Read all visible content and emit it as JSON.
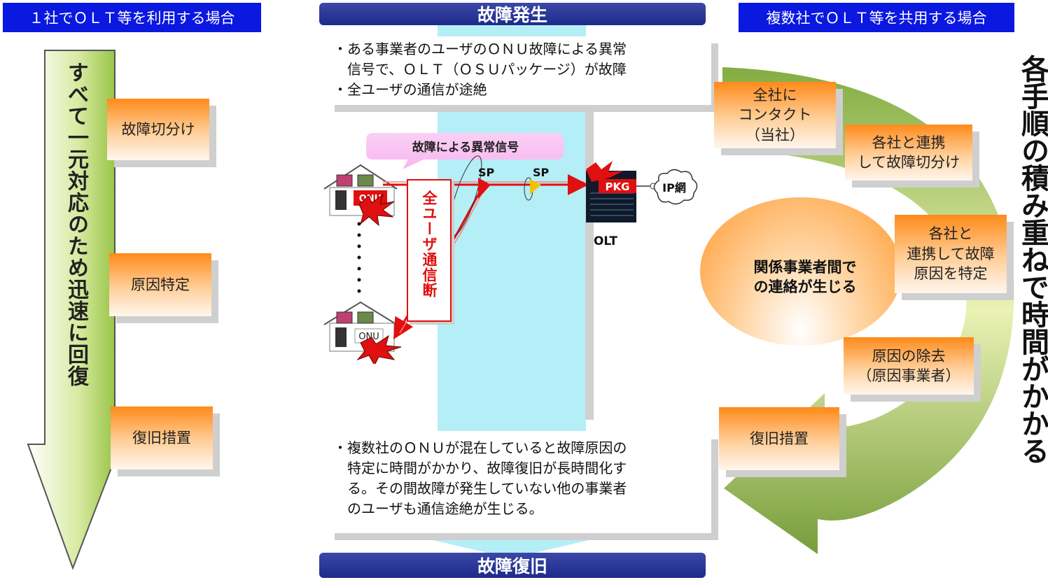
{
  "left": {
    "header": "１社でＯＬＴ等を利用する場合",
    "arrow_text": "すべて一元対応のため迅速に回復",
    "steps": [
      "故障切分け",
      "原因特定",
      "復旧措置"
    ]
  },
  "center": {
    "top_band": "故障発生",
    "bottom_band": "故障復旧",
    "top_panel": [
      "・ある事業者のユーザのＯＮＵ故障による異常",
      "　信号で、ＯＬＴ（ＯＳＵパッケージ）が故障",
      "・全ユーザの通信が途絶"
    ],
    "bottom_panel": [
      "・複数社のＯＮＵが混在していると故障原因の",
      "　特定に時間がかかり、故障復旧が長時間化す",
      "　る。その間故障が発生していない他の事業者",
      "　のユーザも通信途絶が生じる。"
    ],
    "diagram": {
      "callout": "故障による異常信号",
      "cut_label": "全ユーザ通信断",
      "sp1": "SP",
      "sp2": "SP",
      "pkg": "PKG",
      "olt": "OLT",
      "ip_network": "IP網",
      "onu_top": "ONU",
      "onu_bottom": "ONU"
    }
  },
  "right": {
    "header": "複数社でＯＬＴ等を共用する場合",
    "vertical_text": "各手順の積み重ねで時間がかかる",
    "ellipse_text": [
      "関係事業者間で",
      "の連絡が生じる"
    ],
    "steps": [
      [
        "全社に",
        "コンタクト",
        "（当社）"
      ],
      [
        "各社と連携",
        "して故障切分け"
      ],
      [
        "各社と",
        "連携して故障",
        "原因を特定"
      ],
      [
        "原因の除去",
        "（原因事業者）"
      ],
      [
        "復旧措置"
      ]
    ]
  }
}
